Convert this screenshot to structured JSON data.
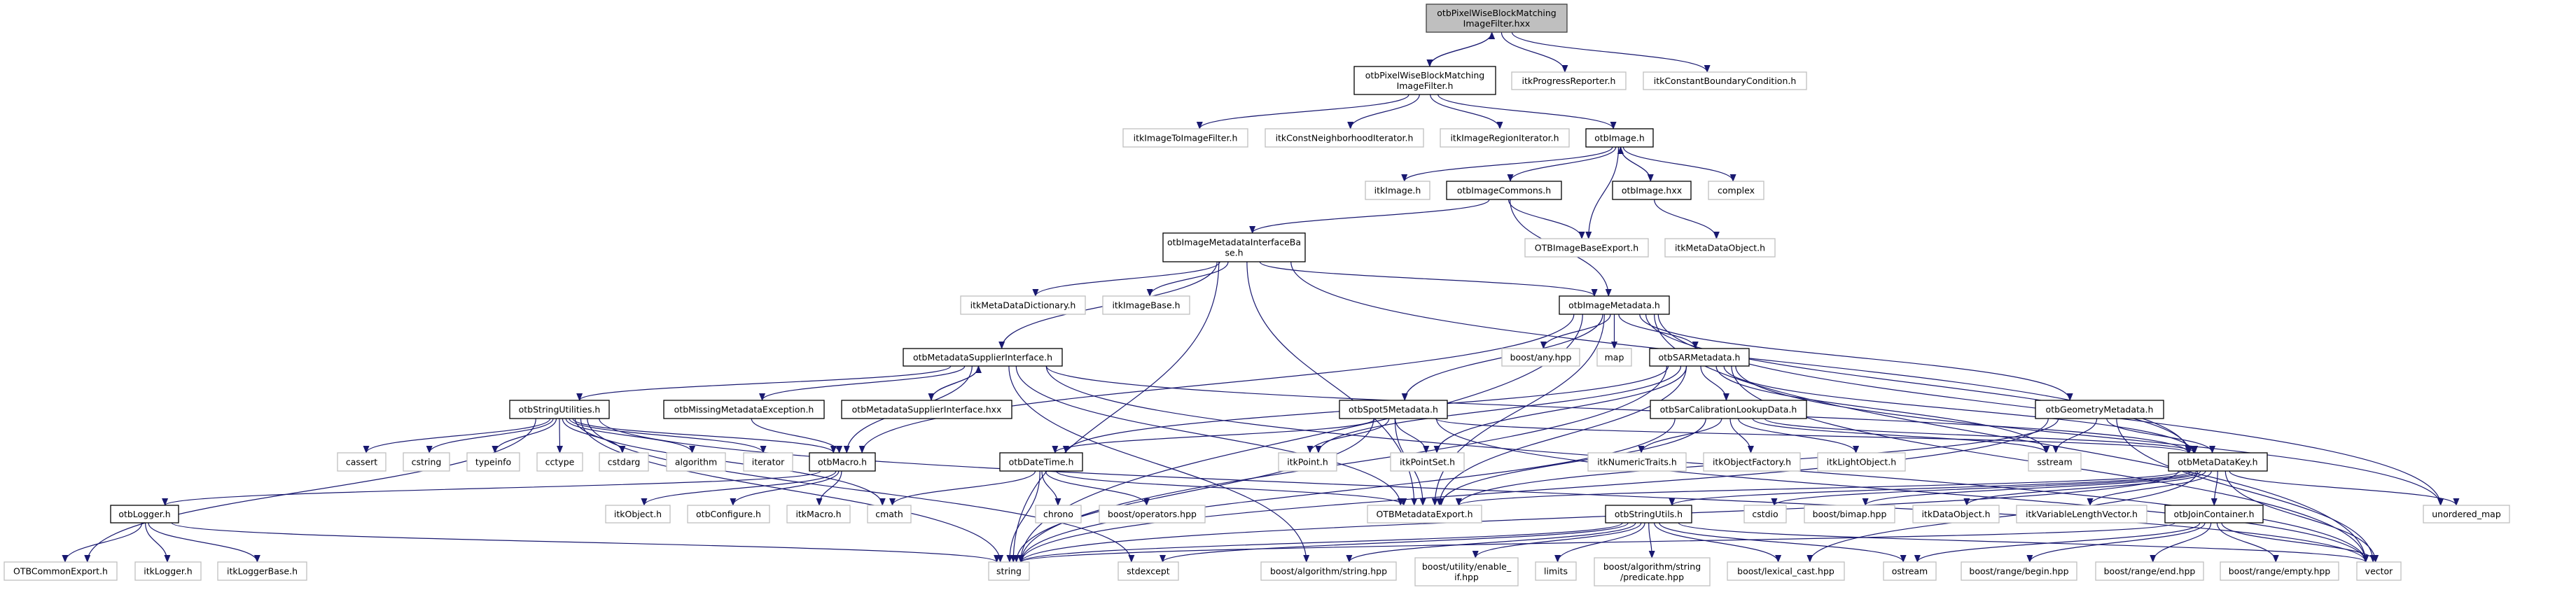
{
  "graph": {
    "type": "include-dependency-graph",
    "colors": {
      "edge": "#191970",
      "focus_fill": "#bfbfbf",
      "focus_border": "#404040",
      "documented_border": "#000000",
      "external_border": "#bfbfbf",
      "node_fill": "#ffffff"
    },
    "nodes": [
      {
        "label": "otbPixelWiseBlockMatchingImageFilter.hxx",
        "kind": "focus"
      },
      {
        "label": "otbPixelWiseBlockMatchingImageFilter.h",
        "kind": "documented"
      },
      {
        "label": "itkProgressReporter.h",
        "kind": "external"
      },
      {
        "label": "itkConstantBoundaryCondition.h",
        "kind": "external"
      },
      {
        "label": "itkImageToImageFilter.h",
        "kind": "external"
      },
      {
        "label": "itkConstNeighborhoodIterator.h",
        "kind": "external"
      },
      {
        "label": "itkImageRegionIterator.h",
        "kind": "external"
      },
      {
        "label": "otbImage.h",
        "kind": "documented"
      },
      {
        "label": "itkImage.h",
        "kind": "external"
      },
      {
        "label": "otbImageCommons.h",
        "kind": "documented"
      },
      {
        "label": "otbImage.hxx",
        "kind": "documented"
      },
      {
        "label": "complex",
        "kind": "external"
      },
      {
        "label": "otbImageMetadataInterfaceBase.h",
        "kind": "documented"
      },
      {
        "label": "OTBImageBaseExport.h",
        "kind": "external"
      },
      {
        "label": "itkMetaDataObject.h",
        "kind": "external"
      },
      {
        "label": "itkMetaDataDictionary.h",
        "kind": "external"
      },
      {
        "label": "itkImageBase.h",
        "kind": "external"
      },
      {
        "label": "otbImageMetadata.h",
        "kind": "documented"
      },
      {
        "label": "otbMetadataSupplierInterface.h",
        "kind": "documented"
      },
      {
        "label": "boost/any.hpp",
        "kind": "external"
      },
      {
        "label": "map",
        "kind": "external"
      },
      {
        "label": "otbSARMetadata.h",
        "kind": "documented"
      },
      {
        "label": "otbStringUtilities.h",
        "kind": "documented"
      },
      {
        "label": "otbMissingMetadataException.h",
        "kind": "documented"
      },
      {
        "label": "otbMetadataSupplierInterface.hxx",
        "kind": "documented"
      },
      {
        "label": "otbSpot5Metadata.h",
        "kind": "documented"
      },
      {
        "label": "otbSarCalibrationLookupData.h",
        "kind": "documented"
      },
      {
        "label": "otbGeometryMetadata.h",
        "kind": "documented"
      },
      {
        "label": "cassert",
        "kind": "external"
      },
      {
        "label": "cstring",
        "kind": "external"
      },
      {
        "label": "typeinfo",
        "kind": "external"
      },
      {
        "label": "cctype",
        "kind": "external"
      },
      {
        "label": "cstdarg",
        "kind": "external"
      },
      {
        "label": "algorithm",
        "kind": "external"
      },
      {
        "label": "iterator",
        "kind": "external"
      },
      {
        "label": "otbMacro.h",
        "kind": "documented"
      },
      {
        "label": "otbDateTime.h",
        "kind": "documented"
      },
      {
        "label": "itkPoint.h",
        "kind": "external"
      },
      {
        "label": "itkPointSet.h",
        "kind": "external"
      },
      {
        "label": "itkNumericTraits.h",
        "kind": "external"
      },
      {
        "label": "itkObjectFactory.h",
        "kind": "external"
      },
      {
        "label": "itkLightObject.h",
        "kind": "external"
      },
      {
        "label": "sstream",
        "kind": "external"
      },
      {
        "label": "otbMetaDataKey.h",
        "kind": "documented"
      },
      {
        "label": "otbLogger.h",
        "kind": "documented"
      },
      {
        "label": "itkObject.h",
        "kind": "external"
      },
      {
        "label": "otbConfigure.h",
        "kind": "external"
      },
      {
        "label": "itkMacro.h",
        "kind": "external"
      },
      {
        "label": "cmath",
        "kind": "external"
      },
      {
        "label": "chrono",
        "kind": "external"
      },
      {
        "label": "boost/operators.hpp",
        "kind": "external"
      },
      {
        "label": "OTBMetadataExport.h",
        "kind": "external"
      },
      {
        "label": "otbStringUtils.h",
        "kind": "documented"
      },
      {
        "label": "cstdio",
        "kind": "external"
      },
      {
        "label": "boost/bimap.hpp",
        "kind": "external"
      },
      {
        "label": "itkDataObject.h",
        "kind": "external"
      },
      {
        "label": "itkVariableLengthVector.h",
        "kind": "external"
      },
      {
        "label": "otbJoinContainer.h",
        "kind": "documented"
      },
      {
        "label": "unordered_map",
        "kind": "external"
      },
      {
        "label": "OTBCommonExport.h",
        "kind": "external"
      },
      {
        "label": "itkLogger.h",
        "kind": "external"
      },
      {
        "label": "itkLoggerBase.h",
        "kind": "external"
      },
      {
        "label": "string",
        "kind": "external"
      },
      {
        "label": "stdexcept",
        "kind": "external"
      },
      {
        "label": "boost/algorithm/string.hpp",
        "kind": "external"
      },
      {
        "label": "boost/utility/enable_if.hpp",
        "kind": "external"
      },
      {
        "label": "limits",
        "kind": "external"
      },
      {
        "label": "boost/algorithm/string/predicate.hpp",
        "kind": "external"
      },
      {
        "label": "boost/lexical_cast.hpp",
        "kind": "external"
      },
      {
        "label": "ostream",
        "kind": "external"
      },
      {
        "label": "boost/range/begin.hpp",
        "kind": "external"
      },
      {
        "label": "boost/range/end.hpp",
        "kind": "external"
      },
      {
        "label": "boost/range/empty.hpp",
        "kind": "external"
      },
      {
        "label": "vector",
        "kind": "external"
      }
    ],
    "edges": [
      [
        "otbPixelWiseBlockMatchingImageFilter.hxx",
        "otbPixelWiseBlockMatchingImageFilter.h"
      ],
      [
        "otbPixelWiseBlockMatchingImageFilter.hxx",
        "itkProgressReporter.h"
      ],
      [
        "otbPixelWiseBlockMatchingImageFilter.hxx",
        "itkConstantBoundaryCondition.h"
      ],
      [
        "otbPixelWiseBlockMatchingImageFilter.h",
        "otbPixelWiseBlockMatchingImageFilter.hxx"
      ],
      [
        "otbPixelWiseBlockMatchingImageFilter.h",
        "itkImageToImageFilter.h"
      ],
      [
        "otbPixelWiseBlockMatchingImageFilter.h",
        "itkConstNeighborhoodIterator.h"
      ],
      [
        "otbPixelWiseBlockMatchingImageFilter.h",
        "itkImageRegionIterator.h"
      ],
      [
        "otbPixelWiseBlockMatchingImageFilter.h",
        "otbImage.h"
      ],
      [
        "otbImage.h",
        "itkImage.h"
      ],
      [
        "otbImage.h",
        "otbImageCommons.h"
      ],
      [
        "otbImage.h",
        "OTBImageBaseExport.h"
      ],
      [
        "otbImage.h",
        "otbImage.hxx"
      ],
      [
        "otbImage.h",
        "complex"
      ],
      [
        "otbImage.hxx",
        "otbImage.h"
      ],
      [
        "otbImage.hxx",
        "itkMetaDataObject.h"
      ],
      [
        "otbImageCommons.h",
        "otbImageMetadataInterfaceBase.h"
      ],
      [
        "otbImageCommons.h",
        "OTBImageBaseExport.h"
      ],
      [
        "otbImageCommons.h",
        "otbImageMetadata.h"
      ],
      [
        "otbImageMetadataInterfaceBase.h",
        "itkMetaDataDictionary.h"
      ],
      [
        "otbImageMetadataInterfaceBase.h",
        "itkImageBase.h"
      ],
      [
        "otbImageMetadataInterfaceBase.h",
        "otbMetadataSupplierInterface.h"
      ],
      [
        "otbImageMetadataInterfaceBase.h",
        "OTBMetadataExport.h"
      ],
      [
        "otbImageMetadataInterfaceBase.h",
        "otbImageMetadata.h"
      ],
      [
        "otbImageMetadataInterfaceBase.h",
        "otbMetaDataKey.h"
      ],
      [
        "otbImageMetadataInterfaceBase.h",
        "string"
      ],
      [
        "otbImageMetadata.h",
        "boost/any.hpp"
      ],
      [
        "otbImageMetadata.h",
        "map"
      ],
      [
        "otbImageMetadata.h",
        "otbSARMetadata.h"
      ],
      [
        "otbImageMetadata.h",
        "otbSpot5Metadata.h"
      ],
      [
        "otbImageMetadata.h",
        "otbGeometryMetadata.h"
      ],
      [
        "otbImageMetadata.h",
        "otbMetaDataKey.h"
      ],
      [
        "otbImageMetadata.h",
        "OTBMetadataExport.h"
      ],
      [
        "otbImageMetadata.h",
        "otbMacro.h"
      ],
      [
        "otbImageMetadata.h",
        "string"
      ],
      [
        "otbImageMetadata.h",
        "unordered_map"
      ],
      [
        "otbImageMetadata.h",
        "vector"
      ],
      [
        "otbMetadataSupplierInterface.h",
        "otbStringUtilities.h"
      ],
      [
        "otbMetadataSupplierInterface.h",
        "otbMissingMetadataException.h"
      ],
      [
        "otbMetadataSupplierInterface.h",
        "otbMetadataSupplierInterface.hxx"
      ],
      [
        "otbMetadataSupplierInterface.h",
        "otbMacro.h"
      ],
      [
        "otbMetadataSupplierInterface.h",
        "boost/algorithm/string.hpp"
      ],
      [
        "otbMetadataSupplierInterface.h",
        "OTBMetadataExport.h"
      ],
      [
        "otbMetadataSupplierInterface.h",
        "otbMetaDataKey.h"
      ],
      [
        "otbMetadataSupplierInterface.h",
        "vector"
      ],
      [
        "otbMetadataSupplierInterface.hxx",
        "otbMetadataSupplierInterface.h"
      ],
      [
        "otbMissingMetadataException.h",
        "otbMacro.h"
      ],
      [
        "otbStringUtilities.h",
        "cassert"
      ],
      [
        "otbStringUtilities.h",
        "cstring"
      ],
      [
        "otbStringUtilities.h",
        "typeinfo"
      ],
      [
        "otbStringUtilities.h",
        "cctype"
      ],
      [
        "otbStringUtilities.h",
        "cstdarg"
      ],
      [
        "otbStringUtilities.h",
        "algorithm"
      ],
      [
        "otbStringUtilities.h",
        "iterator"
      ],
      [
        "otbStringUtilities.h",
        "otbMacro.h"
      ],
      [
        "otbStringUtilities.h",
        "cmath"
      ],
      [
        "otbStringUtilities.h",
        "string"
      ],
      [
        "otbStringUtilities.h",
        "OTBCommonExport.h"
      ],
      [
        "otbStringUtilities.h",
        "stdexcept"
      ],
      [
        "otbStringUtilities.h",
        "vector"
      ],
      [
        "otbMacro.h",
        "otbLogger.h"
      ],
      [
        "otbMacro.h",
        "itkObject.h"
      ],
      [
        "otbMacro.h",
        "otbConfigure.h"
      ],
      [
        "otbMacro.h",
        "itkMacro.h"
      ],
      [
        "otbLogger.h",
        "OTBCommonExport.h"
      ],
      [
        "otbLogger.h",
        "itkLogger.h"
      ],
      [
        "otbLogger.h",
        "itkLoggerBase.h"
      ],
      [
        "otbLogger.h",
        "string"
      ],
      [
        "otbSARMetadata.h",
        "otbSarCalibrationLookupData.h"
      ],
      [
        "otbSARMetadata.h",
        "otbDateTime.h"
      ],
      [
        "otbSARMetadata.h",
        "itkPoint.h"
      ],
      [
        "otbSARMetadata.h",
        "itkPointSet.h"
      ],
      [
        "otbSARMetadata.h",
        "OTBMetadataExport.h"
      ],
      [
        "otbSARMetadata.h",
        "otbMetaDataKey.h"
      ],
      [
        "otbSARMetadata.h",
        "sstream"
      ],
      [
        "otbSARMetadata.h",
        "string"
      ],
      [
        "otbSARMetadata.h",
        "unordered_map"
      ],
      [
        "otbSARMetadata.h",
        "vector"
      ],
      [
        "otbSpot5Metadata.h",
        "otbDateTime.h"
      ],
      [
        "otbSpot5Metadata.h",
        "itkPoint.h"
      ],
      [
        "otbSpot5Metadata.h",
        "itkPointSet.h"
      ],
      [
        "otbSpot5Metadata.h",
        "OTBMetadataExport.h"
      ],
      [
        "otbSpot5Metadata.h",
        "otbMetaDataKey.h"
      ],
      [
        "otbSpot5Metadata.h",
        "string"
      ],
      [
        "otbSpot5Metadata.h",
        "vector"
      ],
      [
        "otbSarCalibrationLookupData.h",
        "itkNumericTraits.h"
      ],
      [
        "otbSarCalibrationLookupData.h",
        "itkObjectFactory.h"
      ],
      [
        "otbSarCalibrationLookupData.h",
        "itkLightObject.h"
      ],
      [
        "otbSarCalibrationLookupData.h",
        "sstream"
      ],
      [
        "otbSarCalibrationLookupData.h",
        "OTBMetadataExport.h"
      ],
      [
        "otbSarCalibrationLookupData.h",
        "otbMetaDataKey.h"
      ],
      [
        "otbSarCalibrationLookupData.h",
        "string"
      ],
      [
        "otbGeometryMetadata.h",
        "sstream"
      ],
      [
        "otbGeometryMetadata.h",
        "otbMetaDataKey.h"
      ],
      [
        "otbGeometryMetadata.h",
        "OTBMetadataExport.h"
      ],
      [
        "otbGeometryMetadata.h",
        "string"
      ],
      [
        "otbGeometryMetadata.h",
        "vector"
      ],
      [
        "otbDateTime.h",
        "cmath"
      ],
      [
        "otbDateTime.h",
        "chrono"
      ],
      [
        "otbDateTime.h",
        "boost/operators.hpp"
      ],
      [
        "otbDateTime.h",
        "OTBMetadataExport.h"
      ],
      [
        "otbDateTime.h",
        "string"
      ],
      [
        "otbMetaDataKey.h",
        "OTBMetadataExport.h"
      ],
      [
        "otbMetaDataKey.h",
        "otbStringUtils.h"
      ],
      [
        "otbMetaDataKey.h",
        "cstdio"
      ],
      [
        "otbMetaDataKey.h",
        "boost/bimap.hpp"
      ],
      [
        "otbMetaDataKey.h",
        "itkDataObject.h"
      ],
      [
        "otbMetaDataKey.h",
        "itkVariableLengthVector.h"
      ],
      [
        "otbMetaDataKey.h",
        "otbJoinContainer.h"
      ],
      [
        "otbMetaDataKey.h",
        "unordered_map"
      ],
      [
        "otbMetaDataKey.h",
        "vector"
      ],
      [
        "otbMetaDataKey.h",
        "string"
      ],
      [
        "otbMetaDataKey.h",
        "boost/lexical_cast.hpp"
      ],
      [
        "otbStringUtils.h",
        "string"
      ],
      [
        "otbStringUtils.h",
        "stdexcept"
      ],
      [
        "otbStringUtils.h",
        "boost/algorithm/string.hpp"
      ],
      [
        "otbStringUtils.h",
        "boost/utility/enable_if.hpp"
      ],
      [
        "otbStringUtils.h",
        "limits"
      ],
      [
        "otbStringUtils.h",
        "boost/algorithm/string/predicate.hpp"
      ],
      [
        "otbStringUtils.h",
        "boost/lexical_cast.hpp"
      ],
      [
        "otbStringUtils.h",
        "vector"
      ],
      [
        "otbStringUtils.h",
        "ostream"
      ],
      [
        "otbJoinContainer.h",
        "ostream"
      ],
      [
        "otbJoinContainer.h",
        "boost/range/begin.hpp"
      ],
      [
        "otbJoinContainer.h",
        "boost/range/end.hpp"
      ],
      [
        "otbJoinContainer.h",
        "boost/range/empty.hpp"
      ],
      [
        "otbJoinContainer.h",
        "vector"
      ],
      [
        "otbJoinContainer.h",
        "string"
      ]
    ]
  }
}
